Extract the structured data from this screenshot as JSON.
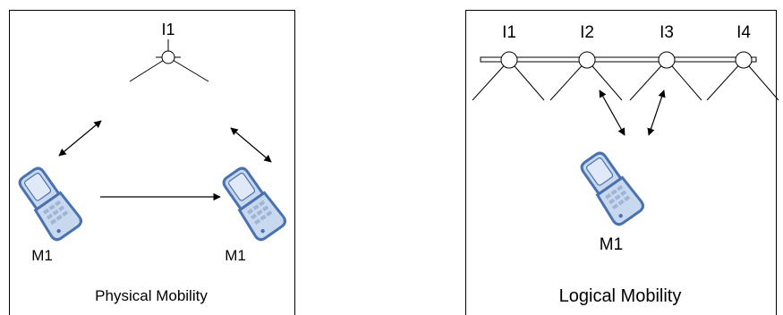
{
  "physical_mobility": {
    "caption": "Physical Mobility",
    "interface_label": "I1",
    "device_left_label": "M1",
    "device_right_label": "M1"
  },
  "logical_mobility": {
    "caption": "Logical Mobility",
    "interface_labels": [
      "I1",
      "I2",
      "I3",
      "I4"
    ],
    "device_label": "M1"
  },
  "colors": {
    "phone_outline": "#4a72b0",
    "phone_fill": "#c8d8ee",
    "phone_screen": "#dfe9f7",
    "line": "#000000"
  }
}
